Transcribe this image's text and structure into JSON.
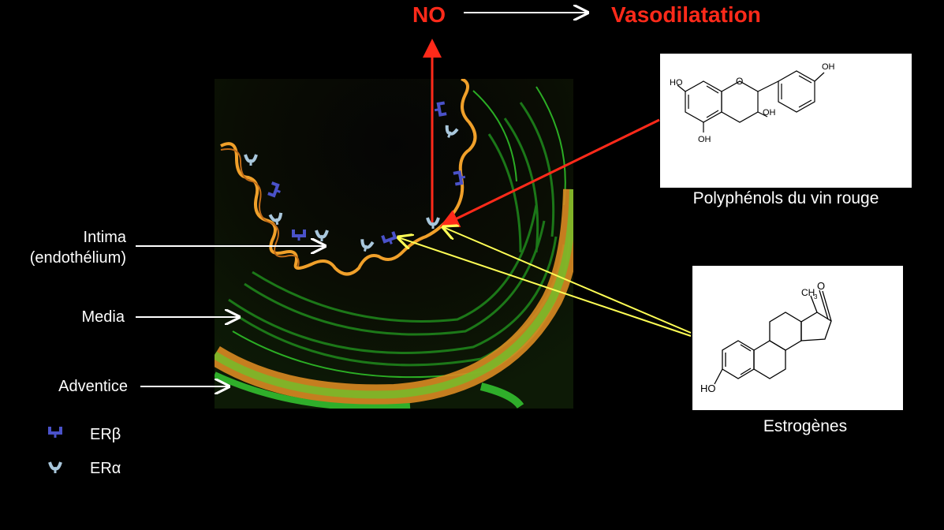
{
  "header": {
    "no_label": "NO",
    "vasodilatation_label": "Vasodilatation"
  },
  "layers": {
    "intima_line1": "Intima",
    "intima_line2": "(endothélium)",
    "media": "Media",
    "adventice": "Adventice"
  },
  "legend": {
    "er_beta": "ERβ",
    "er_alpha": "ERα"
  },
  "polyphenol": {
    "caption": "Polyphénols du vin rouge",
    "atoms": {
      "ho_left": "HO",
      "ring_o": "O",
      "oh_top": "OH",
      "oh_mid": "OH",
      "oh_bottom": "OH"
    }
  },
  "estrogen": {
    "caption": "Estrogènes",
    "atoms": {
      "ch3": "CH",
      "ch3_sub": "3",
      "o": "O",
      "ho": "HO"
    }
  },
  "colors": {
    "red_accent": "#ff2a1a",
    "yellow_arrow": "#ffff55",
    "er_beta": "#4a52c9",
    "er_alpha": "#a9c7dc",
    "tissue_green": "#2fae2a",
    "tissue_orange": "#e8a22a"
  }
}
